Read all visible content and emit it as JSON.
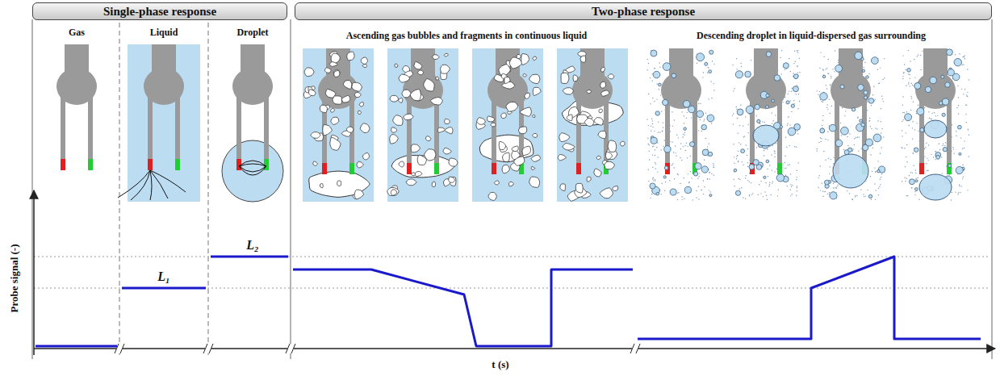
{
  "diagram": {
    "nodes": [
      {
        "text": [
          "Single-phase response"
        ]
      },
      {
        "text": [
          "Two-phase response"
        ]
      }
    ],
    "labels": [
      "Gas",
      "Liquid",
      "Droplet",
      "Ascending gas bubbles and fragments in continuous liquid",
      "Descending droplet in liquid-dispersed gas surrounding",
      "L₁",
      "L₂",
      "Probe signal (-)",
      "t (s)"
    ]
  }
}
